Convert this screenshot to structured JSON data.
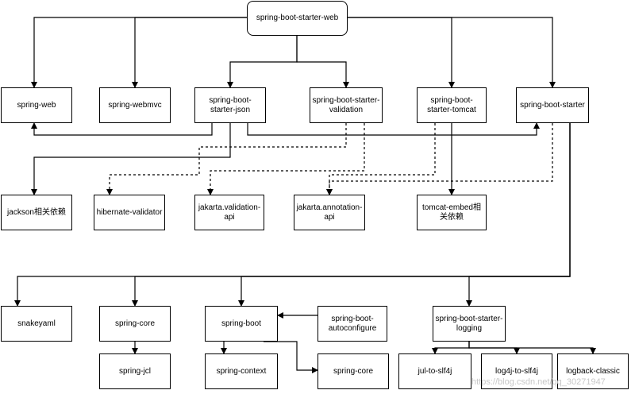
{
  "nodes": {
    "web_starter": "spring-boot-starter-web",
    "spring_web": "spring-web",
    "webmvc": "spring-webmvc",
    "starter_json": "spring-boot-starter-json",
    "starter_validation": "spring-boot-starter-validation",
    "starter_tomcat": "spring-boot-starter-tomcat",
    "starter": "spring-boot-starter",
    "jackson": "jackson相关依赖",
    "hibernate": "hibernate-validator",
    "jakarta_validation": "jakarta.validation-api",
    "jakarta_annotation": "jakarta.annotation-api",
    "tomcat_embed": "tomcat-embed相关依赖",
    "snakeyaml": "snakeyaml",
    "core1": "spring-core",
    "boot": "spring-boot",
    "autoconfigure": "spring-boot-autoconfigure",
    "starter_logging": "spring-boot-starter-logging",
    "jcl": "spring-jcl",
    "context": "spring-context",
    "core2": "spring-core",
    "jul": "jul-to-slf4j",
    "log4j": "log4j-to-slf4j",
    "logback": "logback-classic"
  },
  "watermark": "https://blog.csdn.net/qq_30271947",
  "colors": {
    "line": "#000000",
    "border": "#000000",
    "background": "#ffffff",
    "watermark": "#c8c8c8"
  },
  "edges": [
    {
      "from": "web_starter",
      "to": "spring_web",
      "style": "solid"
    },
    {
      "from": "web_starter",
      "to": "webmvc",
      "style": "solid"
    },
    {
      "from": "web_starter",
      "to": "starter_json",
      "style": "solid"
    },
    {
      "from": "web_starter",
      "to": "starter_validation",
      "style": "solid"
    },
    {
      "from": "web_starter",
      "to": "starter_tomcat",
      "style": "solid"
    },
    {
      "from": "web_starter",
      "to": "starter",
      "style": "solid"
    },
    {
      "from": "starter_json",
      "to": "spring_web",
      "style": "solid"
    },
    {
      "from": "starter_json",
      "to": "starter",
      "style": "solid"
    },
    {
      "from": "starter_json",
      "to": "jackson",
      "style": "solid"
    },
    {
      "from": "starter_validation",
      "to": "hibernate",
      "style": "dashed"
    },
    {
      "from": "starter_validation",
      "to": "jakarta_validation",
      "style": "dashed"
    },
    {
      "from": "starter_tomcat",
      "to": "tomcat_embed",
      "style": "solid"
    },
    {
      "from": "starter_tomcat",
      "to": "jakarta_annotation",
      "style": "dashed"
    },
    {
      "from": "starter",
      "to": "jakarta_annotation",
      "style": "dashed"
    },
    {
      "from": "starter",
      "to": "snakeyaml",
      "style": "solid"
    },
    {
      "from": "starter",
      "to": "core1",
      "style": "solid"
    },
    {
      "from": "starter",
      "to": "boot",
      "style": "solid"
    },
    {
      "from": "starter",
      "to": "starter_logging",
      "style": "solid"
    },
    {
      "from": "autoconfigure",
      "to": "boot",
      "style": "solid"
    },
    {
      "from": "core1",
      "to": "jcl",
      "style": "solid"
    },
    {
      "from": "boot",
      "to": "context",
      "style": "solid"
    },
    {
      "from": "boot",
      "to": "core2",
      "style": "solid"
    },
    {
      "from": "starter_logging",
      "to": "jul",
      "style": "solid"
    },
    {
      "from": "starter_logging",
      "to": "log4j",
      "style": "solid"
    },
    {
      "from": "starter_logging",
      "to": "logback",
      "style": "solid"
    }
  ]
}
